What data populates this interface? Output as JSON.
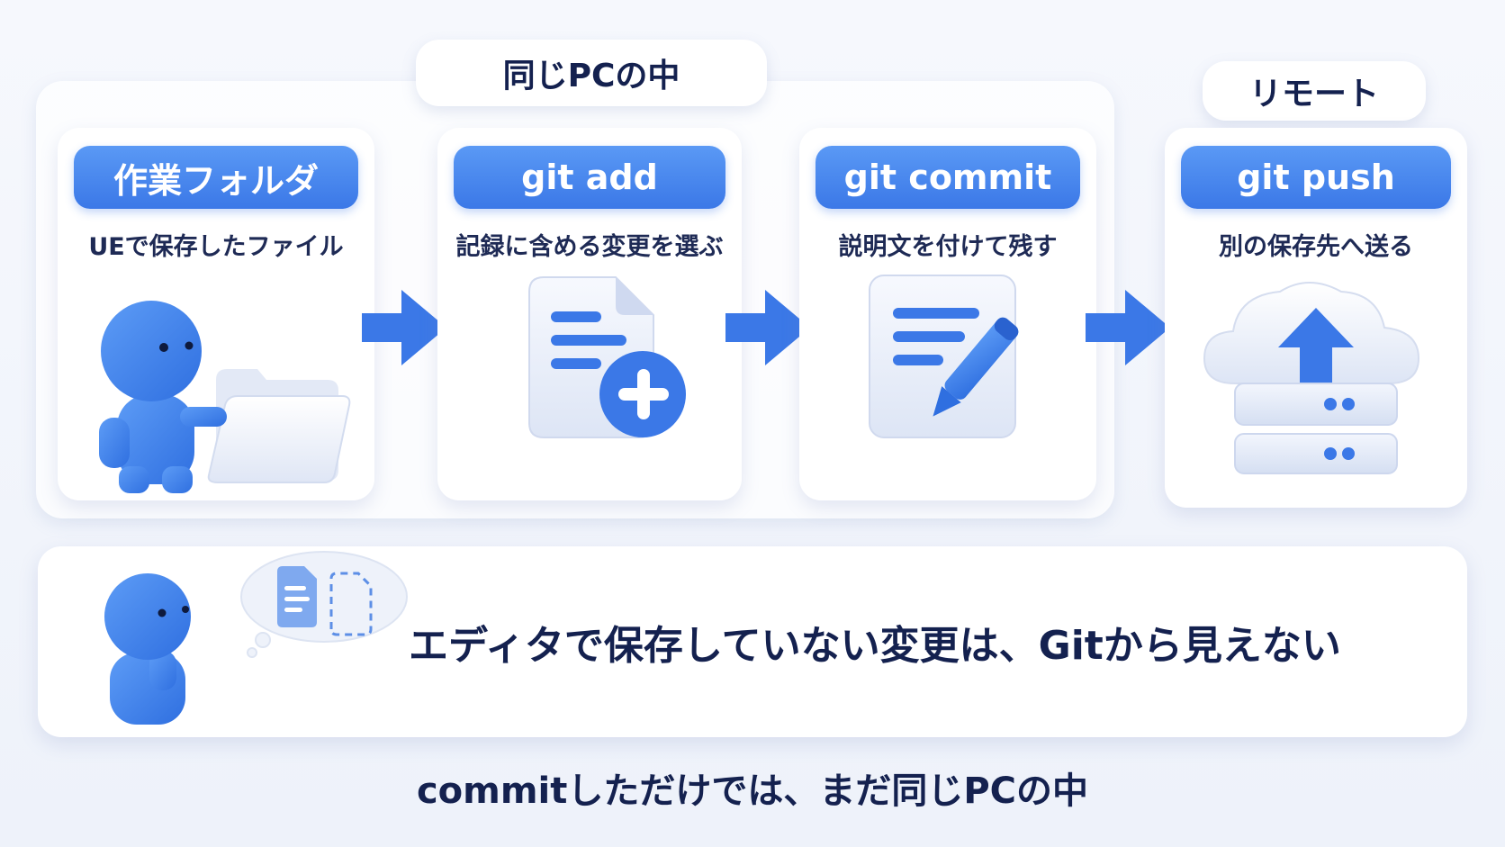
{
  "group_label": "同じPCの中",
  "remote_label": "リモート",
  "steps": [
    {
      "title": "作業フォルダ",
      "desc": "UEで保存したファイル",
      "icon": "character-folder-icon"
    },
    {
      "title": "git add",
      "desc": "記録に含める変更を選ぶ",
      "icon": "document-add-icon"
    },
    {
      "title": "git commit",
      "desc": "説明文を付けて残す",
      "icon": "document-pencil-icon"
    },
    {
      "title": "git push",
      "desc": "別の保存先へ送る",
      "icon": "cloud-upload-server-icon"
    }
  ],
  "note": {
    "text": "エディタで保存していない変更は、Gitから見えない",
    "icon": "thinking-character-icon"
  },
  "footer": "commitしただけでは、まだ同じPCの中",
  "colors": {
    "accent": "#3b78e7",
    "accent_light": "#5a99f5",
    "text_dark": "#14214f",
    "card_bg": "#ffffff",
    "page_bg": "#f3f6fc"
  }
}
